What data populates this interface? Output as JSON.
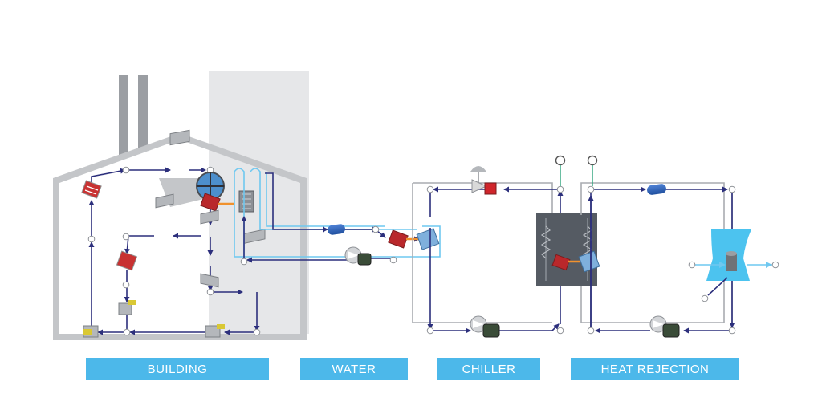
{
  "sections": {
    "building": "BUILDING",
    "water": "WATER",
    "chiller": "CHILLER",
    "heat_rejection": "HEAT REJECTION"
  },
  "colors": {
    "label_bar": "#4cb8ea",
    "flow_line": "#2c2f7c",
    "water_line": "#6fc8f0",
    "building": "#c9cacd",
    "chiller_core": "#555b63",
    "cooling_tower": "#4cc3ef"
  }
}
